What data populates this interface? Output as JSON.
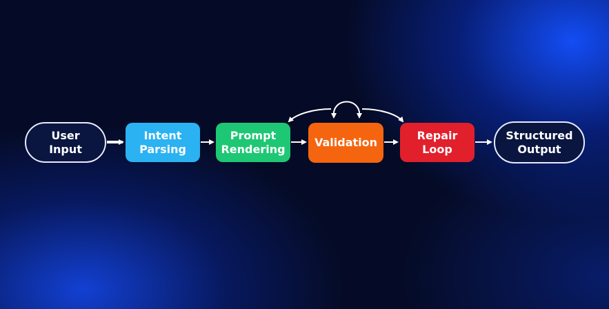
{
  "nodes": [
    {
      "id": "user-input",
      "label": "User Input",
      "line1": "User",
      "line2": "Input",
      "color": "#0a1640"
    },
    {
      "id": "intent-parsing",
      "label": "Intent Parsing",
      "line1": "Intent",
      "line2": "Parsing",
      "color": "#2bb2f2"
    },
    {
      "id": "prompt-rendering",
      "label": "Prompt Rendering",
      "line1": "Prompt",
      "line2": "Rendering",
      "color": "#1ec774"
    },
    {
      "id": "validation",
      "label": "Validation",
      "line1": "Validation",
      "color": "#f5650f"
    },
    {
      "id": "repair-loop",
      "label": "Repair Loop",
      "line1": "Repair",
      "line2": "Loop",
      "color": "#e1202c"
    },
    {
      "id": "structured-output",
      "label": "Structured Output",
      "line1": "Structured",
      "line2": "Output",
      "color": "#0a1640"
    }
  ]
}
